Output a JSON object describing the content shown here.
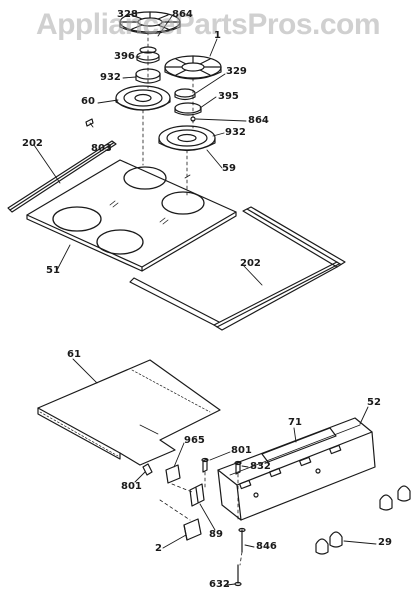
{
  "watermark": "AppliancePartsPros.com",
  "colors": {
    "line": "#1a1a1a",
    "background": "#ffffff",
    "watermark": "#aaaaaa"
  },
  "callouts": {
    "p328": "328",
    "p864a": "864",
    "p1": "1",
    "p396": "396",
    "p932a": "932",
    "p329": "329",
    "p60": "60",
    "p395": "395",
    "p864b": "864",
    "p803": "803",
    "p932b": "932",
    "p202a": "202",
    "p59": "59",
    "p51": "51",
    "p202b": "202",
    "p61": "61",
    "p71": "71",
    "p52": "52",
    "p965": "965",
    "p801a": "801",
    "p832a": "832",
    "p801b": "801",
    "p89": "89",
    "p2": "2",
    "p846": "846",
    "p29": "29",
    "p632": "632"
  }
}
